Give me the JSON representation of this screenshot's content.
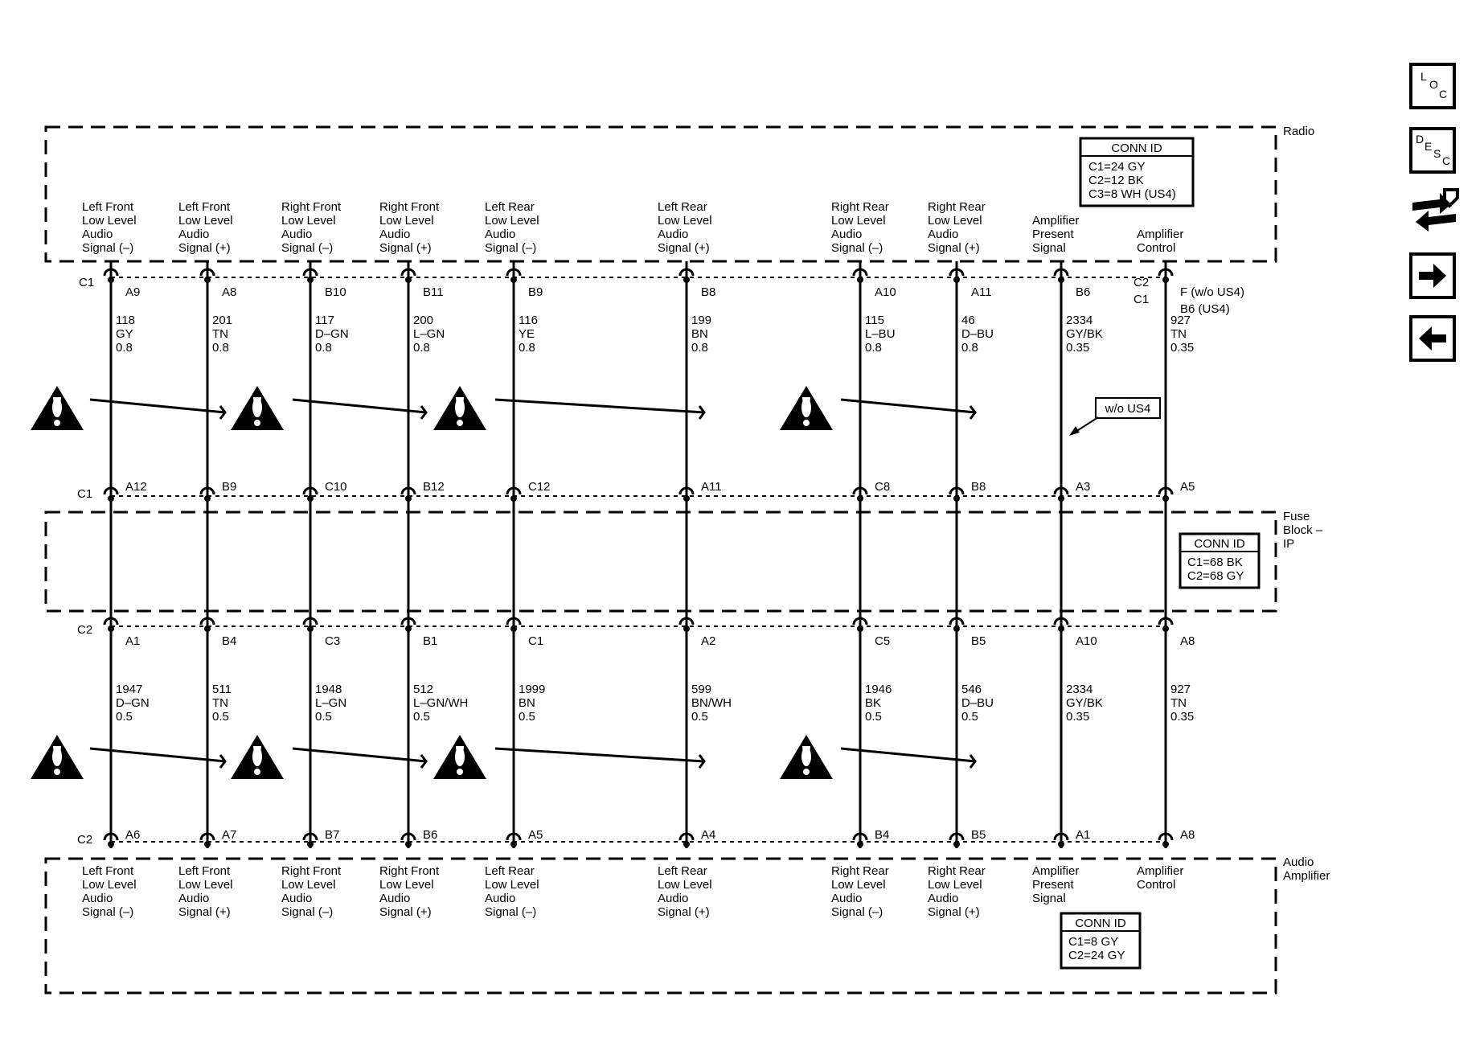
{
  "modules": {
    "radio": {
      "name": "Radio",
      "conn_title": "CONN ID",
      "conn": [
        "C1=24 GY",
        "C2=12 BK",
        "C3=8 WH (US4)"
      ]
    },
    "fuse": {
      "name_lines": [
        "Fuse",
        "Block –",
        "IP"
      ],
      "conn_title": "CONN ID",
      "conn": [
        "C1=68 BK",
        "C2=68 GY"
      ]
    },
    "amp": {
      "name_lines": [
        "Audio",
        "Amplifier"
      ],
      "conn_title": "CONN ID",
      "conn": [
        "C1=8 GY",
        "C2=24 GY"
      ]
    }
  },
  "connector_labels": {
    "radio_bottom": "C1",
    "radio_c2": "C2",
    "radio_c1b": "C1",
    "fuse_top": "C1",
    "fuse_bottom": "C2",
    "amp_top": "C2"
  },
  "note": "w/o US4",
  "circuits": [
    {
      "label": [
        "Left Front",
        "Low Level",
        "Audio",
        "Signal (–)"
      ],
      "radio_pin": "A9",
      "upper": [
        "118",
        "GY",
        "0.8"
      ],
      "fuse_top_pin": "A12",
      "fuse_bot_pin": "A1",
      "lower": [
        "1947",
        "D–GN",
        "0.5"
      ],
      "amp_pin": "A6"
    },
    {
      "label": [
        "Left Front",
        "Low Level",
        "Audio",
        "Signal (+)"
      ],
      "radio_pin": "A8",
      "upper": [
        "201",
        "TN",
        "0.8"
      ],
      "fuse_top_pin": "B9",
      "fuse_bot_pin": "B4",
      "lower": [
        "511",
        "TN",
        "0.5"
      ],
      "amp_pin": "A7"
    },
    {
      "label": [
        "Right Front",
        "Low Level",
        "Audio",
        "Signal (–)"
      ],
      "radio_pin": "B10",
      "upper": [
        "117",
        "D–GN",
        "0.8"
      ],
      "fuse_top_pin": "C10",
      "fuse_bot_pin": "C3",
      "lower": [
        "1948",
        "L–GN",
        "0.5"
      ],
      "amp_pin": "B7"
    },
    {
      "label": [
        "Right Front",
        "Low Level",
        "Audio",
        "Signal (+)"
      ],
      "radio_pin": "B11",
      "upper": [
        "200",
        "L–GN",
        "0.8"
      ],
      "fuse_top_pin": "B12",
      "fuse_bot_pin": "B1",
      "lower": [
        "512",
        "L–GN/WH",
        "0.5"
      ],
      "amp_pin": "B6"
    },
    {
      "label": [
        "Left Rear",
        "Low Level",
        "Audio",
        "Signal (–)"
      ],
      "radio_pin": "B9",
      "upper": [
        "116",
        "YE",
        "0.8"
      ],
      "fuse_top_pin": "C12",
      "fuse_bot_pin": "C1",
      "lower": [
        "1999",
        "BN",
        "0.5"
      ],
      "amp_pin": "A5"
    },
    {
      "label": [
        "Left Rear",
        "Low Level",
        "Audio",
        "Signal (+)"
      ],
      "radio_pin": "B8",
      "upper": [
        "199",
        "BN",
        "0.8"
      ],
      "fuse_top_pin": "A11",
      "fuse_bot_pin": "A2",
      "lower": [
        "599",
        "BN/WH",
        "0.5"
      ],
      "amp_pin": "A4"
    },
    {
      "label": [
        "Right Rear",
        "Low Level",
        "Audio",
        "Signal (–)"
      ],
      "radio_pin": "A10",
      "upper": [
        "115",
        "L–BU",
        "0.8"
      ],
      "fuse_top_pin": "C8",
      "fuse_bot_pin": "C5",
      "lower": [
        "1946",
        "BK",
        "0.5"
      ],
      "amp_pin": "B4"
    },
    {
      "label": [
        "Right Rear",
        "Low Level",
        "Audio",
        "Signal (+)"
      ],
      "radio_pin": "A11",
      "upper": [
        "46",
        "D–BU",
        "0.8"
      ],
      "fuse_top_pin": "B8",
      "fuse_bot_pin": "B5",
      "lower": [
        "546",
        "D–BU",
        "0.5"
      ],
      "amp_pin": "B5"
    },
    {
      "label": [
        "Amplifier",
        "Present",
        "Signal"
      ],
      "radio_pin": "B6",
      "upper": [
        "2334",
        "GY/BK",
        "0.35"
      ],
      "fuse_top_pin": "A3",
      "fuse_bot_pin": "A10",
      "lower": [
        "2334",
        "GY/BK",
        "0.35"
      ],
      "amp_pin": "A1"
    },
    {
      "label": [
        "Amplifier",
        "Control"
      ],
      "radio_pin": "F (w/o US4)",
      "radio_pin_alt": "B6 (US4)",
      "upper": [
        "927",
        "TN",
        "0.35"
      ],
      "fuse_top_pin": "A5",
      "fuse_bot_pin": "A8",
      "lower": [
        "927",
        "TN",
        "0.35"
      ],
      "amp_pin": "A8"
    }
  ],
  "nav": {
    "loc": [
      "L",
      "O",
      "C"
    ],
    "desc": [
      "D",
      "E",
      "S",
      "C"
    ]
  }
}
